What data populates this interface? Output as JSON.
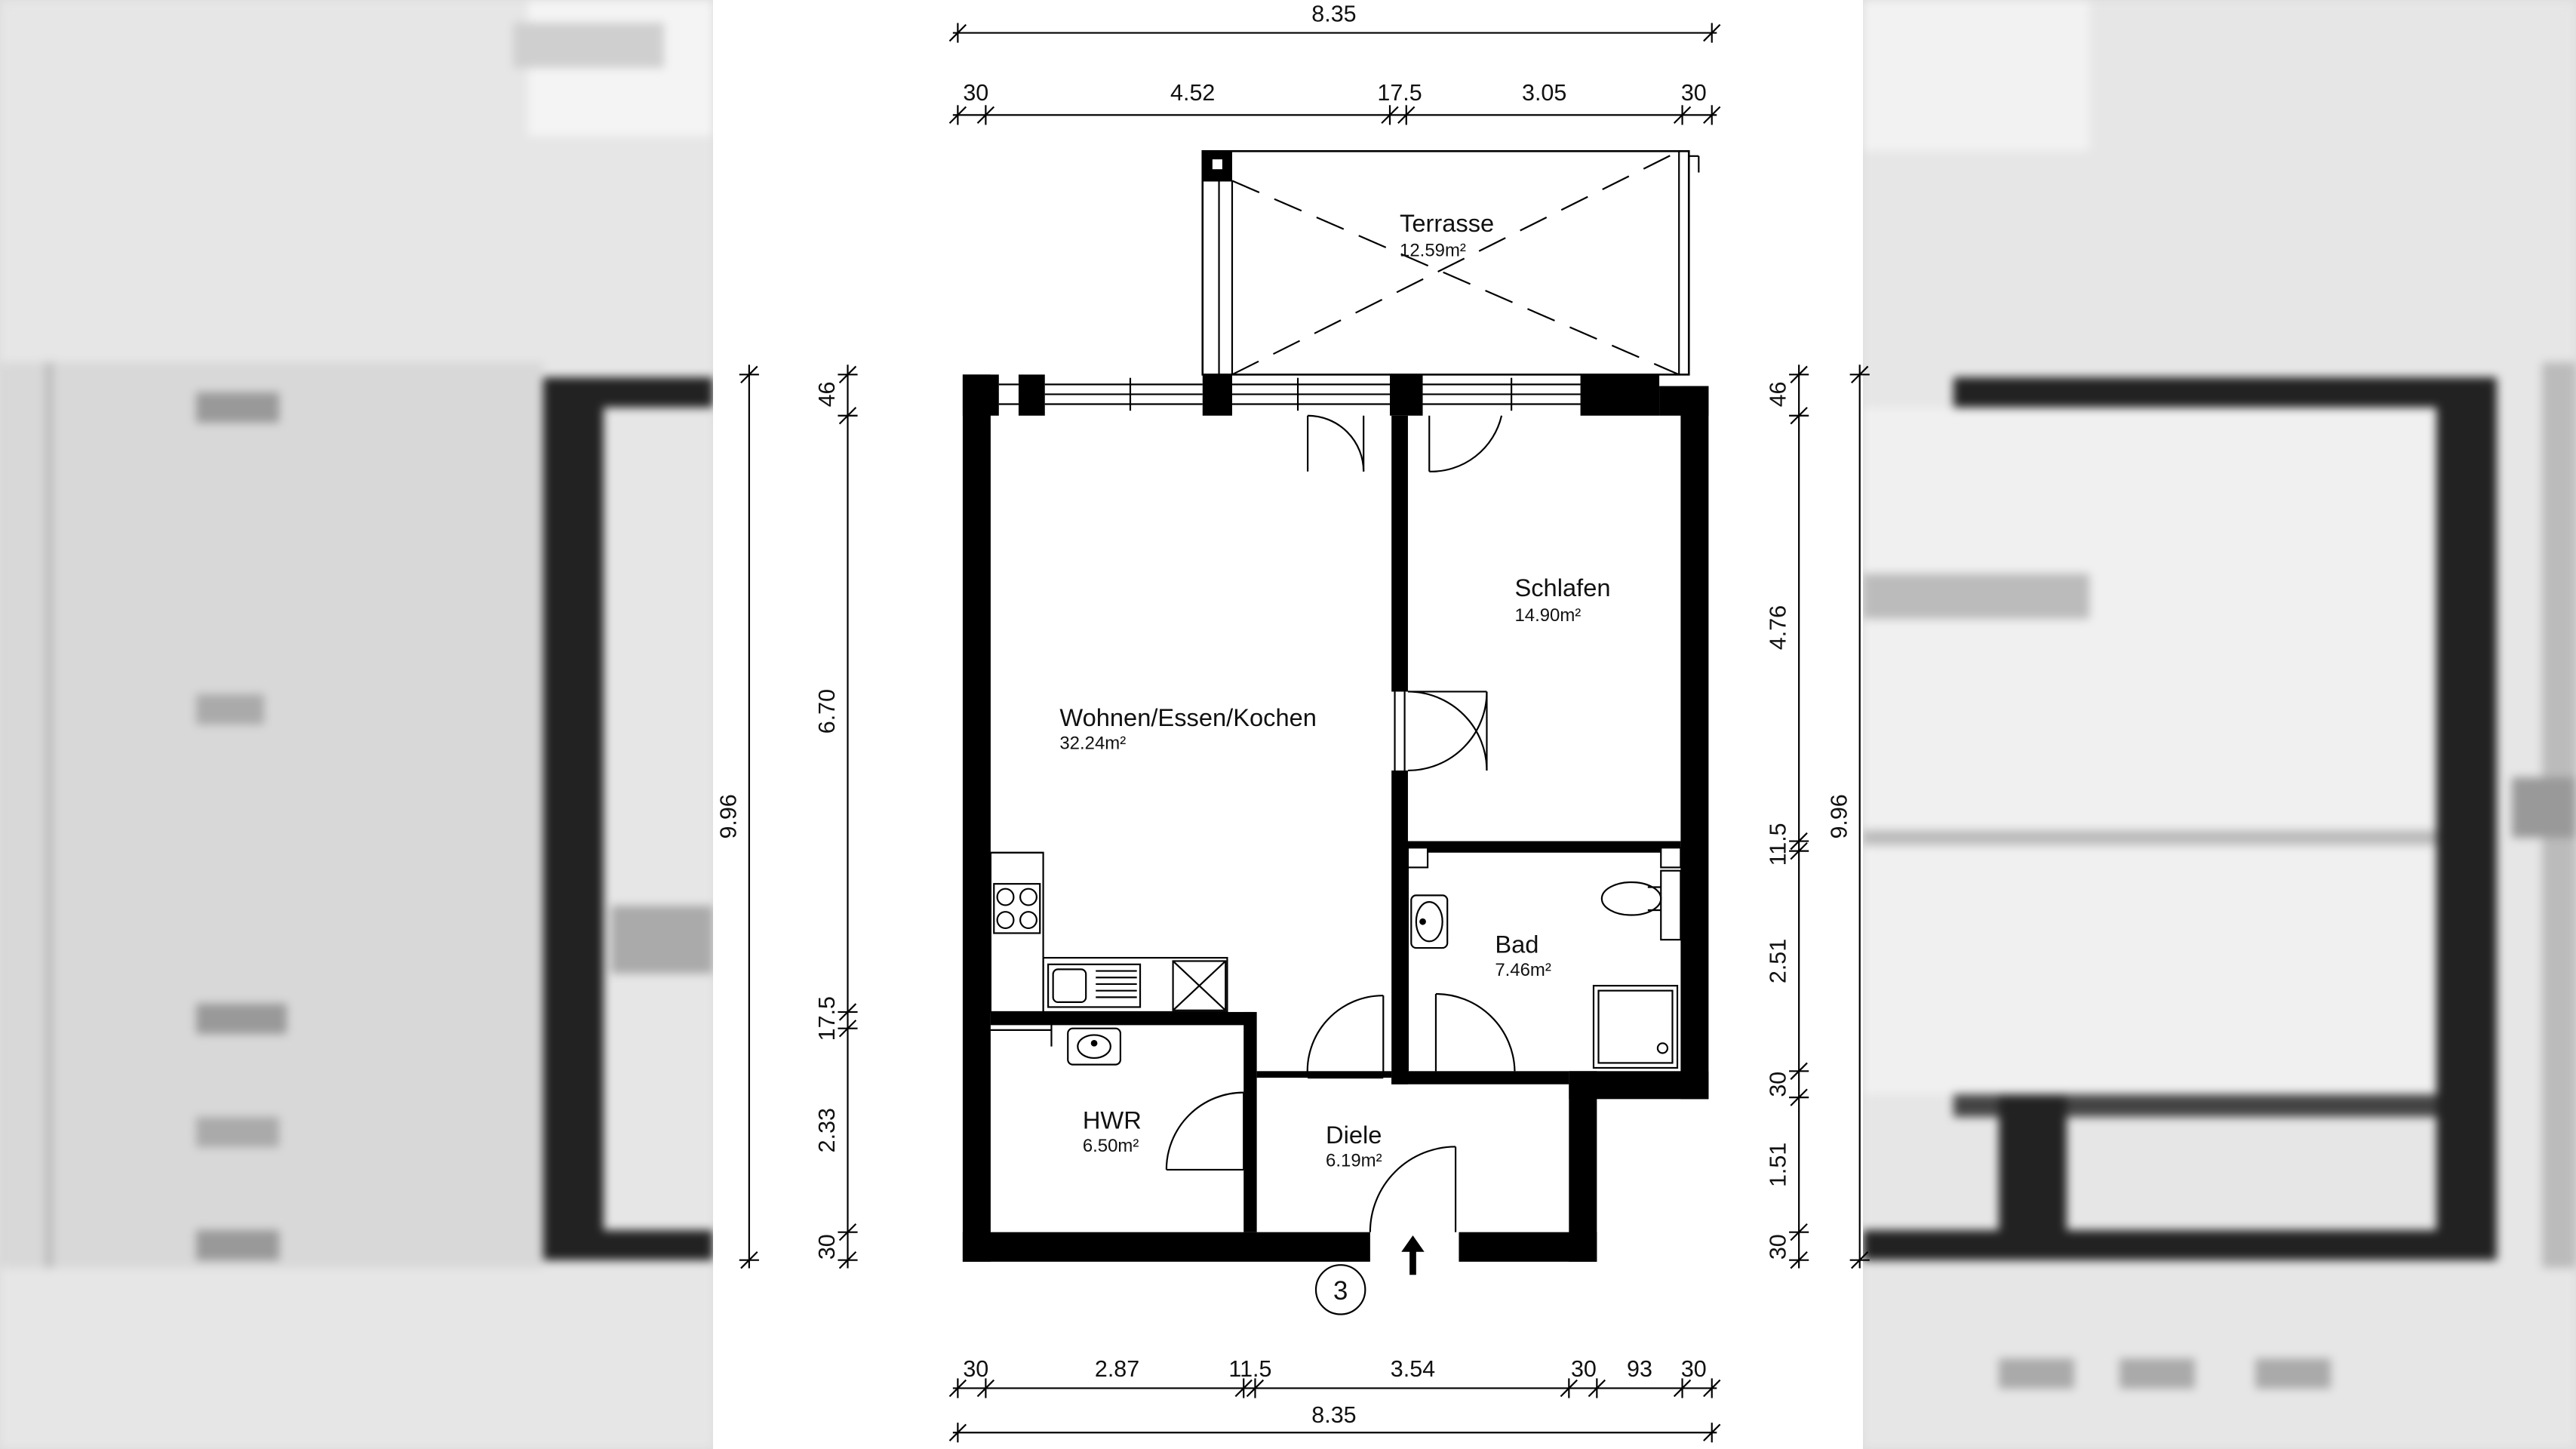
{
  "rooms": {
    "terrace": {
      "name": "Terrasse",
      "area": "12.59m²"
    },
    "living": {
      "name": "Wohnen/Essen/Kochen",
      "area": "32.24m²"
    },
    "bedroom": {
      "name": "Schlafen",
      "area": "14.90m²"
    },
    "bath": {
      "name": "Bad",
      "area": "7.46m²"
    },
    "utility": {
      "name": "HWR",
      "area": "6.50m²"
    },
    "hall": {
      "name": "Diele",
      "area": "6.19m²"
    }
  },
  "dimensions": {
    "top_total": "8.35",
    "top_segments": [
      "30",
      "4.52",
      "17.5",
      "3.05",
      "30"
    ],
    "bottom_segments": [
      "30",
      "2.87",
      "11.5",
      "3.54",
      "30",
      "93",
      "30"
    ],
    "bottom_total": "8.35",
    "left_total": "9.96",
    "left_segments": [
      "46",
      "6.70",
      "17.5",
      "2.33",
      "30"
    ],
    "right_segments": [
      "46",
      "4.76",
      "11.5",
      "2.51",
      "30",
      "1.51",
      "30"
    ],
    "right_total": "9.96"
  },
  "unit_number": "3",
  "colors": {
    "wall": "#000000",
    "background": "#ffffff",
    "blurred_side": "#cfcfcf"
  }
}
